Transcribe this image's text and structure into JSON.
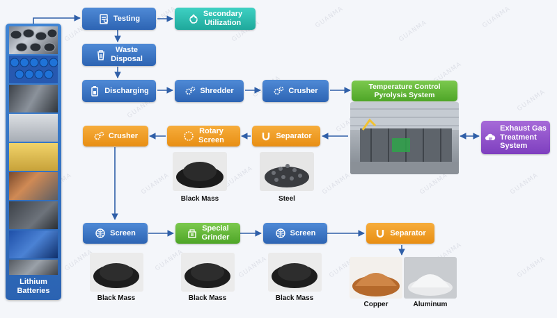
{
  "sidebar": {
    "label_line1": "Lithium",
    "label_line2": "Batteries"
  },
  "steps": {
    "testing": "Testing",
    "secondary_line1": "Secondary",
    "secondary_line2": "Utilization",
    "waste_line1": "Waste",
    "waste_line2": "Disposal",
    "discharging": "Discharging",
    "shredder": "Shredder",
    "crusher_top": "Crusher",
    "pyrolysis_line1": "Temperature Control",
    "pyrolysis_line2": "Pyrolysis System",
    "exhaust_line1": "Exhaust Gas",
    "exhaust_line2": "Treatment",
    "exhaust_line3": "System",
    "separator_mid": "Separator",
    "rotary_line1": "Rotary",
    "rotary_line2": "Screen",
    "crusher_mid": "Crusher",
    "screen_1": "Screen",
    "grinder_line1": "Special",
    "grinder_line2": "Grinder",
    "screen_2": "Screen",
    "separator_bottom": "Separator"
  },
  "products": {
    "black_mass_mid": "Black Mass",
    "steel": "Steel",
    "black_mass_1": "Black Mass",
    "black_mass_2": "Black Mass",
    "black_mass_3": "Black Mass",
    "copper": "Copper",
    "aluminum": "Aluminum"
  },
  "watermark": "GUANMA",
  "colors": {
    "blue": "#3a76c6",
    "teal": "#2cc0b2",
    "orange": "#f0a02a",
    "green": "#62b83a",
    "purple": "#9252cc",
    "arrow": "#2f5fa8"
  }
}
